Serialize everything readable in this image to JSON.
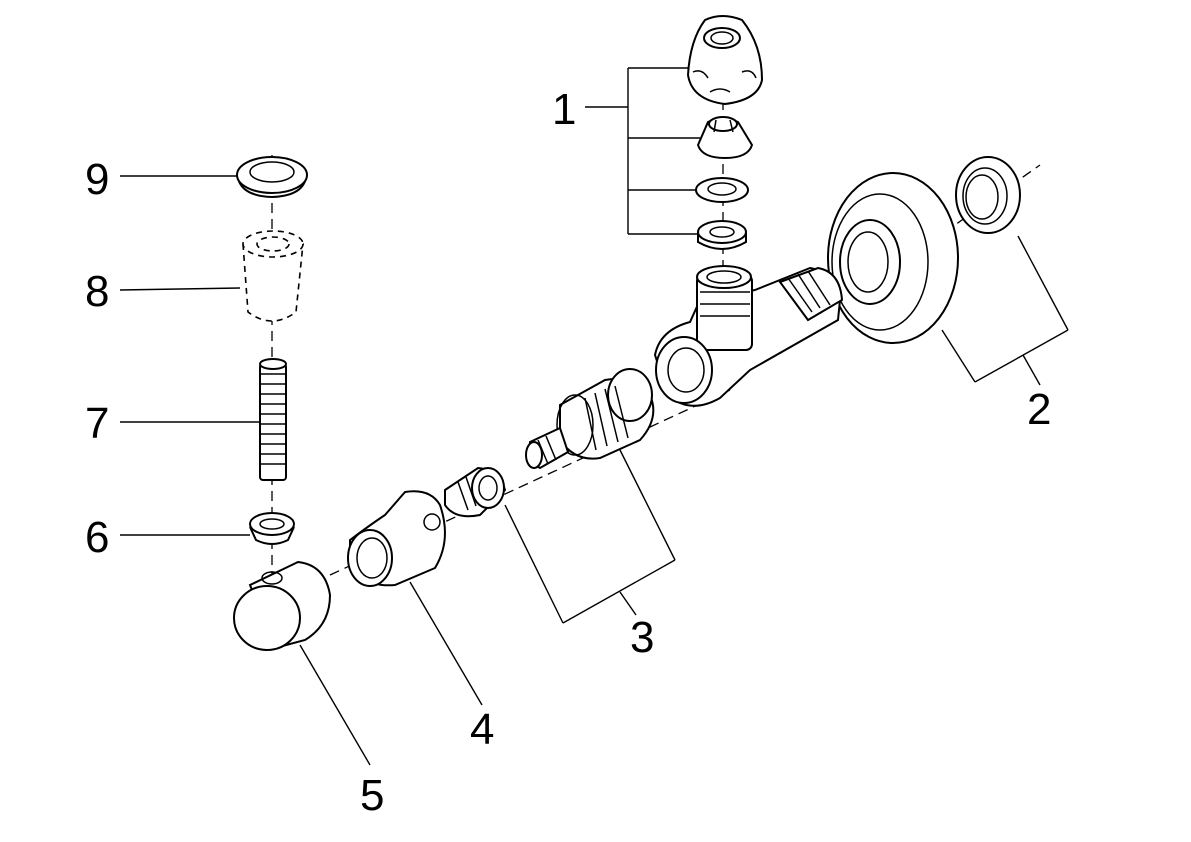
{
  "labels": {
    "l1": "1",
    "l2": "2",
    "l3": "3",
    "l4": "4",
    "l5": "5",
    "l6": "6",
    "l7": "7",
    "l8": "8",
    "l9": "9"
  },
  "colors": {
    "ink": "#000000",
    "paper": "#ffffff"
  }
}
